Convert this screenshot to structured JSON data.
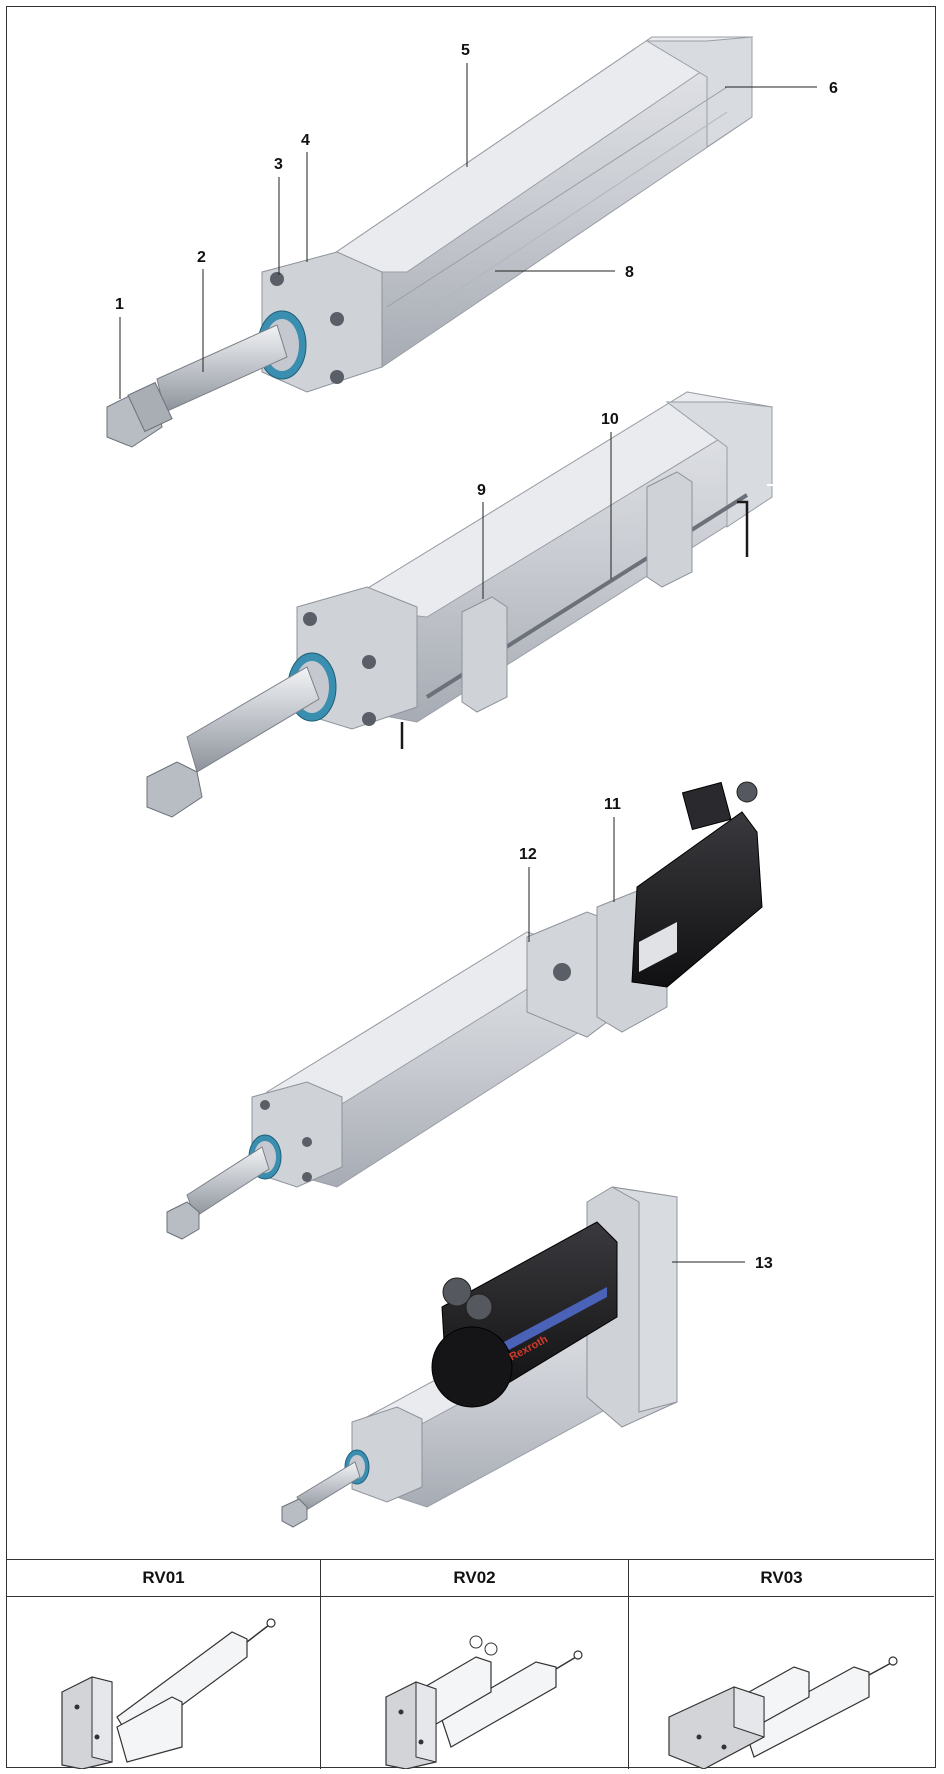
{
  "callouts": [
    {
      "id": "1",
      "label": "1"
    },
    {
      "id": "2",
      "label": "2"
    },
    {
      "id": "3",
      "label": "3"
    },
    {
      "id": "4",
      "label": "4"
    },
    {
      "id": "5",
      "label": "5"
    },
    {
      "id": "6",
      "label": "6"
    },
    {
      "id": "8",
      "label": "8"
    },
    {
      "id": "9",
      "label": "9"
    },
    {
      "id": "10",
      "label": "10"
    },
    {
      "id": "11",
      "label": "11"
    },
    {
      "id": "12",
      "label": "12"
    },
    {
      "id": "13",
      "label": "13"
    }
  ],
  "variants": {
    "headers": [
      "RV01",
      "RV02",
      "RV03"
    ]
  },
  "colors": {
    "aluminum": "#c9ccd2",
    "aluminum_dark": "#a7abb3",
    "motor_black": "#1c1c1e",
    "seal_blue": "#3a8fb0",
    "brand_red": "#d23a2a"
  },
  "brand_text": "Rexroth"
}
